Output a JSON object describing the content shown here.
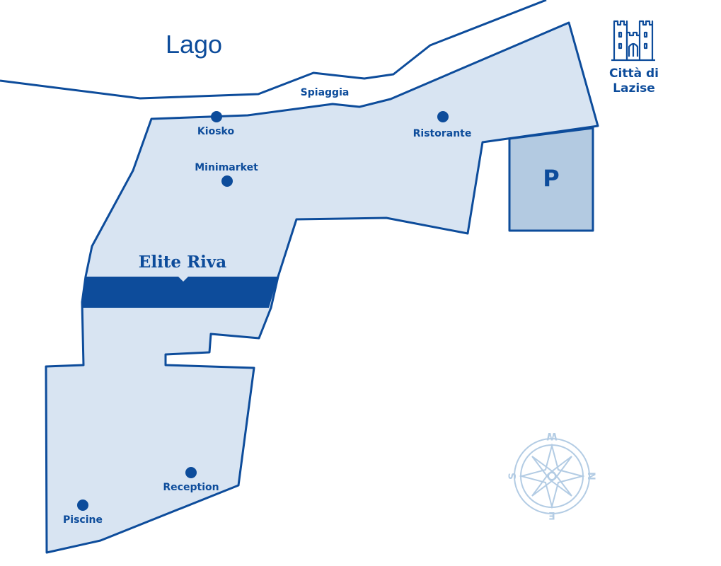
{
  "lake_label": "Lago",
  "beach_label": "Spiaggia",
  "zone_label": "Elite Riva",
  "parking_label": "P",
  "city": {
    "line1": "Città di",
    "line2": "Lazise",
    "icon": "castle-icon"
  },
  "poi": {
    "kiosko": "Kiosko",
    "minimarket": "Minimarket",
    "ristorante": "Ristorante",
    "reception": "Reception",
    "piscine": "Piscine"
  },
  "compass": {
    "n": "N",
    "s": "S",
    "e": "E",
    "w": "W"
  },
  "colors": {
    "primary": "#0d4c9b",
    "area_fill": "#d8e4f2",
    "parking_fill": "#b3cae1",
    "compass": "#b3cce4"
  }
}
